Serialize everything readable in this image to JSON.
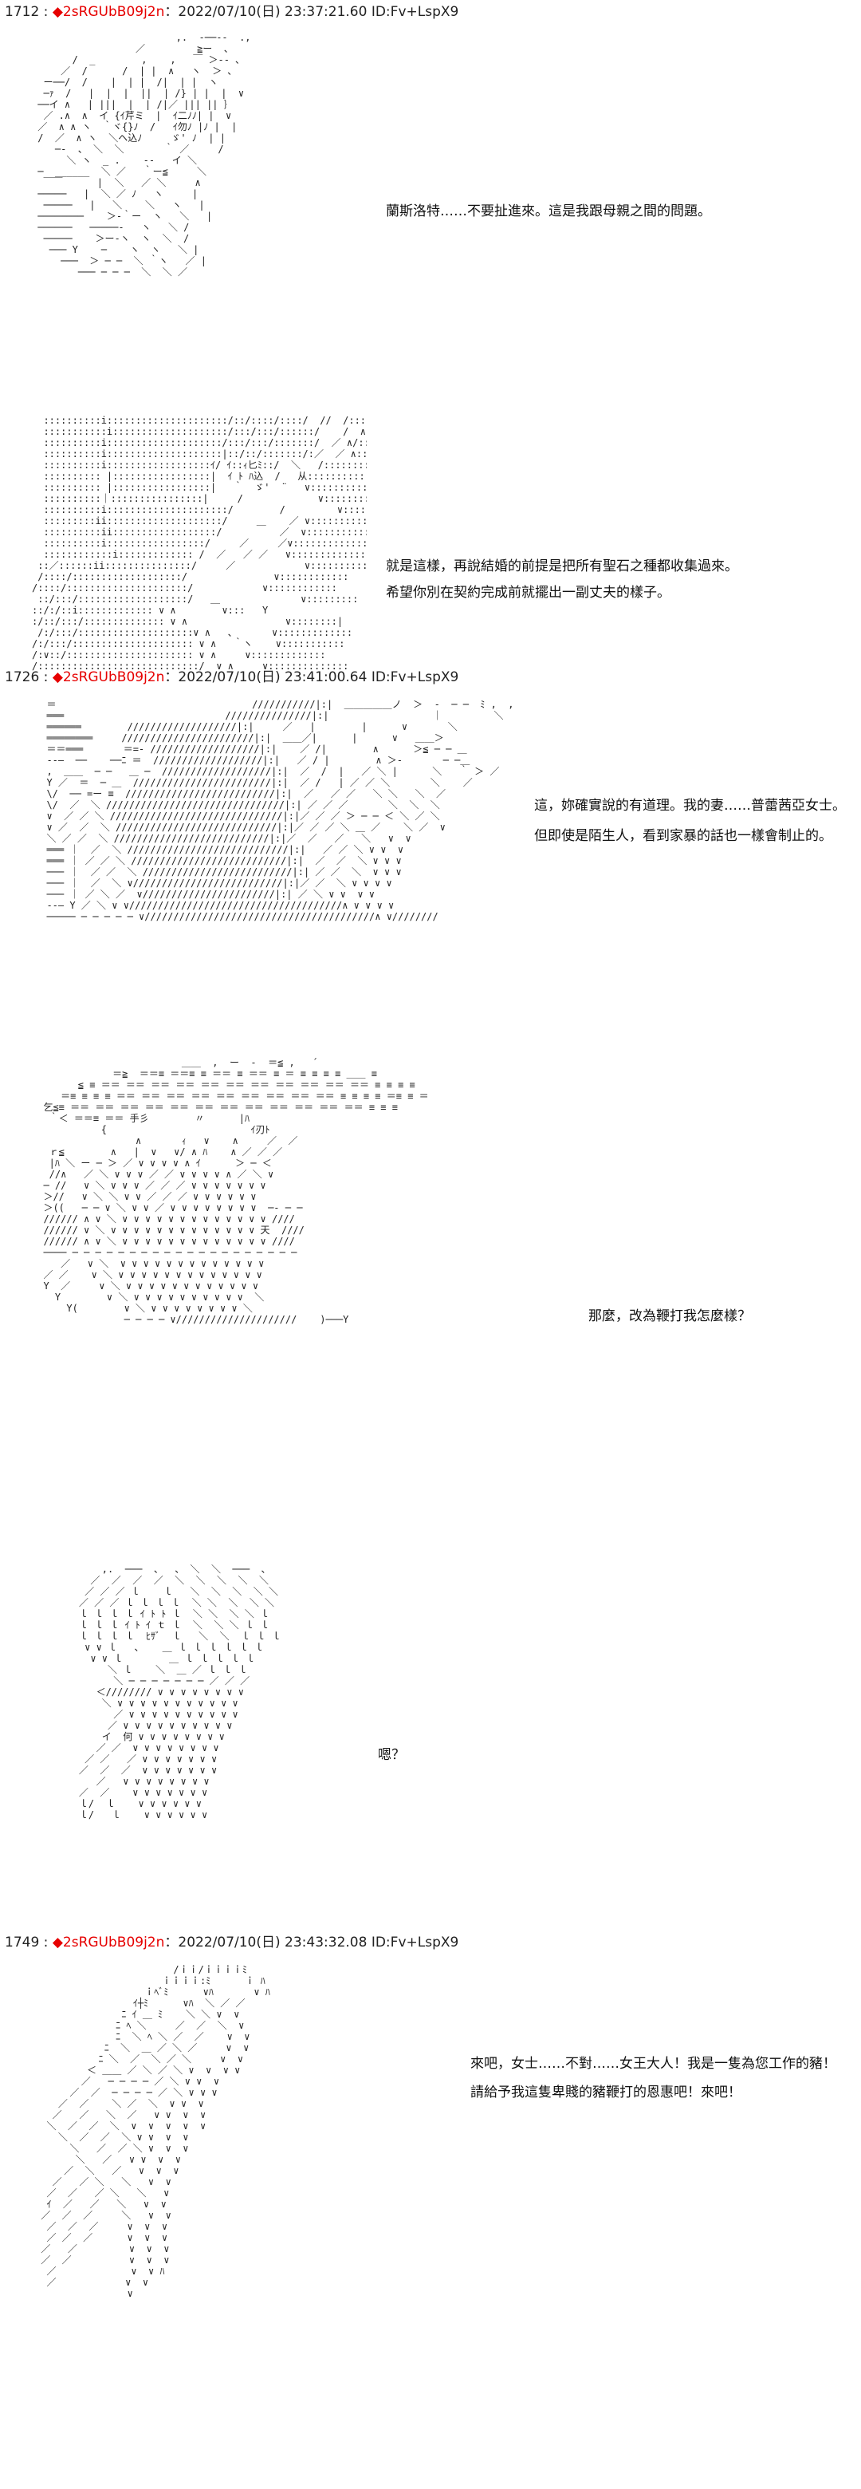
{
  "posts": [
    {
      "number": "1712 :",
      "diamond": "◆",
      "trip": "2sRGUbB09j2n",
      "meta": "：2022/07/10(日) 23:37:21.60 ID:Fv+LspX9"
    },
    {
      "number": "1726 :",
      "diamond": "◆",
      "trip": "2sRGUbB09j2n",
      "meta": "：2022/07/10(日) 23:41:00.64 ID:Fv+LspX9"
    },
    {
      "number": "1749 :",
      "diamond": "◆",
      "trip": "2sRGUbB09j2n",
      "meta": "：2022/07/10(日) 23:43:32.08 ID:Fv+LspX9"
    }
  ],
  "dialogs": {
    "d1": [
      "蘭斯洛特……不要扯進來。這是我跟母親之間的問題。"
    ],
    "d2": [
      "就是這樣，再說結婚的前提是把所有聖石之種都收集過來。",
      "希望你別在契約完成前就擺出一副丈夫的樣子。"
    ],
    "d3": [
      "這，妳確實說的有道理。我的妻……普蕾茜亞女士。",
      "但即使是陌生人，看到家暴的話也一樣會制止的。"
    ],
    "d4": [
      "那麼，改為鞭打我怎麼樣？"
    ],
    "d5": [
      "嗯？"
    ],
    "d6": [
      "來吧，女士……不對……女王大人！我是一隻為您工作的豬！",
      "請給予我這隻卑賤的豬鞭打的恩惠吧！來吧！"
    ]
  },
  "art": {
    "a1": "                         ,.  -──‐-  .,\n                  ／         ≧ー  、\n       /  _        ,    ,   ￣ ＞-- ､\n     ／  /      /  | |  ∧   ヽ  ＞ ､\n  ー──/  /    |  | |  /|  | |  ヽ\n  ─ｧ  /   |  |  |  ||  | /} | |  |  ∨\n ──イ ∧   | |||  |  | /|／ ||| || ｝\n  ／ .∧  ∧  イ {ｲ芹ミ  |  ｲ二ﾉﾉ| |  ∨\n ／  ∧ ∧ ヽ  ｀ヾ{}ﾉ  /   ｲ勿ﾉ |ﾉ |  |\n /  ／  ∧ ヽ  ＼ヘ込ﾉ     ゞ' ﾉ  | |\n    ─‐  、 ＼  ＼       ｀ ／     /\n      ＼ ヽ  _ .    ‐‐   イ ＼\n ─  ______  ＼ ／   ｀ー≦     ＼\n  ￣￣      |  ＼   ／ ＼     ∧\n ─────   |  ＼ ／ ﾉ   ヽ     |\n  ─────   |   ＼    ＼   ヽ   |\n ────────    ＞‐｀ー  ヽ   ＼   |\n ──────   ─────‐   ヽ   ＼ /\n  ─────    ＞ー‐ヽ  ヽ  ＼  /\n   ─── Y    ─    ヽ  ヽ   ＼ |\n     ───  ＞ ─ ─  ＼ ｀ヽ   ／ |\n        ─── ─ ─ ─  ＼  ＼ ／",
    "a2": "  ::::::::::i:::::::::::::::::::::/::/::::/::::/  //  /:::::::::i\n  :::::::::::i::::::::::::::::::::/:::/:::/::::::/    /  ∧:::::::::::\n  ::::::::::i::::::::::::::::::::/:::/:::/:::::::/  ／ ∧/:::::::::::\n  ::::::::::i::::::::::::::::::::|::/::/:::::::/:／  ／ ∧:::::::::::\n  ::::::::::i::::::::::::::::::ｲ/ ｲ::ｨ匕ﾐ::/  ＼   /::::::::::::::\n  :::::::::: |:::::::::::::::::|  ｲ ﾄ ﾊ込  /   从::::::::::::::::\n  :::::::::: |:::::::::::::::::|   ｀  ゞ'  ¨   ∨::::::::::::: :\n  ::::::::::｜::::::::::::::::|     /             ∨::::::::::::\n  ::::::::::i:::::::::::::::::::::/        /         ∨::::::::::\n  :::::::::ii::::::::::::::::::::/     ＿    ／ ∨::::::::::::\n  ::::::::::ii::::::::::::::::::/          ／  ∨::::::::::::::\n  ::::::::::i:::::::::::::::::/     ／     ／∨::::::::::::::::\n  ::::::::::::i::::::::::::: /  ／   ／ ／   ∨::::::::::::::\n ::／::::::ii:::::::::::::::/     ／            ∨:::::::::::\n /::::/:::::::::::::::::::/               ∨::::::::::::\n/::::/:::::::::::::::::::::/            ∨::::::::::::\n ::/:::/:::::::::::::::::::/   ＿              ∨:::::::::\n::/:/::i::::::::::::: ∨ ∧        ∨:::   Y\n:/::/:::/:::::::::::::: ∨ ∧                 ∨::::::::|\n /:/:::/::::::::::::::::::::∨ ∧   、      ∨:::::::::::::\n/:/:::/::::::::::::::::::::: ∨ ∧   ｀ヽ    ∨:::::::::::\n/:∨::/:::::::::::::::::::::: ∨ ∧     ∨:::::::::::::\n/::::::::::::::::::::::::::::/  ∨ ∧     ∨::::::::::::::",
    "a3": "  ＝                                  ///////////|:|  ＿＿＿＿＿ノ  ＞  -  ─ ─  ﾐ ,  ,\n  ═══                            ///////////////|:|                  ｜         ＼\n  ══════        ///////////////////|:|     ／   |        |      ∨       ＼\n  ════════     ///////////////////////|:|  ＿＿／|      |      ∨   ＿＿＞\n  ＝＝═══       ＝=‐ ///////////////////|:|    ／ /|        ∧      ＞≦ ─ ─ ＿\n  ‐‐―  ──    ──ﾆ ＝  ///////////////////|:|   ／ / |        ∧ ＞‐       ─ ─＿\n  ,  ＿＿  ─ ─   ＿ ─  ///////////////////|:|  ／  /  |   ／ ＼ |      ＼   ｀ ＞ ／\n  Y ／  ＝  ─ ＿  ////////////////////////|:|  ／ /   | ／ ／ ＼       ＼    ／\n  \\/  ── =ー ≡  //////////////////////////|:|  ／   ／ ／   ＼ ＼   ＼  ／\n  \\/  ／  ＼ ///////////////////////////////|:| ／ ／ ／       ＼  ＼  ＼\n  ∨  ／ ／ ＼ //////////////////////////////|:|／ ／ ／ ＞ ─ ─ ＜ ＼ ／ ＼\n  ∨ ／  ／  ＼ ////////////////////////////|:|／ ／ ／ ＼ ＿ ／    ＼ ／  ∨\n  ＼ ／ ／  ＼ ///////////////////////////|:|／  ／   ／   ＼   ∨  ∨\n  ═══ ｜  ／  ＼ ////////////////////////////|:|   ／ ／ ＼ ∨ ∨  ∨\n  ═══ ｜ ／ ／ ＼ ///////////////////////////|:|  ／  ／  ＼ ∨ ∨ ∨\n  ─── ｜  ／ ／  ＼ //////////////////////////|:| ／ ／  ＼  ∨ ∨ ∨\n  ─── ｜  ／  ＼ ∨//////////////////////////|:|／ ／  ＼ ∨ ∨ ∨ ∨\n  ─── ｜ ／ ＼ ／  ∨///////////////////////|:| ／ ＼ ∨ ∨  ∨ ∨\n  ‐‐― Y ／ ＼ ∨ ∨/////////////////////////////////////∧ ∨ ∨ ∨ ∨\n  ───── ─ ─ ─ ─ ─ ∨////////////////////////////////////////∧ ∨////////",
    "a4": "                          ＿＿  ,  ー  ‐  ＝≦ ,   ´\n              ＝≧  ＝＝≡ ＝＝≡ ≡ ＝＝ ≡ ＝＝ ≡ ＝ ≡ ≡ ≡ ≡ ＿＿ ≡\n        ≦ ≡ ＝＝ ＝＝ ＝＝ ＝＝ ＝＝ ＝＝ ＝＝ ＝＝ ＝＝ ＝＝ ＝＝ ≡ ≡ ≡ ≡\n     ＝≡ ≡ ≡ ≡ ＝＝ ＝＝ ＝＝ ＝＝ ＝＝ ＝＝ ＝＝ ＝＝ ＝＝ ≡ ≡ ≡ ≡ ＝≡ ≡ ＝\n  乞≦≡ ＝＝ ＝＝ ＝＝ ＝＝ ＝＝ ＝＝ ＝＝ ＝＝ ＝＝ ＝＝ ＝＝ ＝＝ ≡ ≡ ≡\n   ｀＜ ＝＝≡ ＝＝ 手彡        〃      |ﾊ\n            {                         ｲ刃ﾄ\n                  ∧       ｨ   ∨    ∧     ／  ／\n   ｒ≦        ∧   |  ∨   ∨/ ∧ ﾊ    ∧ ／ ／ ／\n   |ﾊ ＼ ー ─ ＞ ／ ∨ ∨ ∨ ∨ ∧ ｲ      ＞ ─ ＜\n   //∧   ／ ＼ ∨ ∨ ∨ ／ ／ ∨ ∨ ∨ ∨ ∧ ／ ＼ ∨\n  ─ //   ∨ ＼ ∨ ∨ ∨ ／ ／ ／ ∨ ∨ ∨ ∨ ∨ ∨ ∨\n  ＞//   ∨ ＼ ＼ ∨ ∨ ／ ／ ／ ∨ ∨ ∨ ∨ ∨ ∨\n  ＞((   ─ ─ ∨ ＼ ∨ ∨ ／ ∨ ∨ ∨ ∨ ∨ ∨ ∨ ∨  ─‐ ─ ─\n  ////// ∧ ∨ ＼ ∨ ∨ ∨ ∨ ∨ ∨ ∨ ∨ ∨ ∨ ∨ ∨ ∨ ////\n  ////// ∨ ＼ ∨ ∨ ∨ ∨ ∨ ∨ ∨ ∨ ∨ ∨ ∨ ∨ ∨ 天  ////\n  ////// ∧ ∨ ＼ ∨ ∨ ∨ ∨ ∨ ∨ ∨ ∨ ∨ ∨ ∨ ∨ ∨ ////\n  ──── ─ ─ ─ ─ ─ ─ ─ ─ ─ ─ ─ ─ ─ ─ ─ ─ ─ ─ ─ ─\n     ／   ∨ ＼  ∨ ∨ ∨ ∨ ∨ ∨ ∨ ∨ ∨ ∨ ∨ ∨ ∨\n  ／ ／    ∨ ＼ ∨ ∨ ∨ ∨ ∨ ∨ ∨ ∨ ∨ ∨ ∨ ∨ ∨\n  Y  ／     ∨ ＼ ∨ ∨ ∨ ∨ ∨ ∨ ∨ ∨ ∨ ∨ ∨ ∨\n    Y        ∨ ＼ ∨ ∨ ∨ ∨ ∨ ∨ ∨ ∨ ∨ ∨  ＼\n      Y(        ∨ ＼ ∨ ∨ ∨ ∨ ∨ ∨ ∨ ∨ ＼\n                ─ ─ ─ ─ ∨/////////////////////    )───Y",
    "a5": "        ,.  ───  、  、 ＼  ＼  ───  、\n      ／  ／  ／  ／  ＼  ＼  ＼  ＼  ＼\n     ／ ／ ／ ｌ    ｌ   ＼  ＼  ＼  ＼ ＼\n    ／ ／ ／ ｌ ｌ ｌ ｌ  ＼ ＼  ＼  ＼ ＼\n    ｌ ｌ ｌ ｌ ｲ ﾄ ﾄ ｌ  ＼ ＼  ＼ ＼ ｌ\n    ｌ ｌ ｌ ｲ ﾄ ｲ ｔ ｌ  ＼  ＼ ＼ ｌ ｌ\n    ｌ ｌ ｌ ｌ  ﾋｻﾞ  ｌ   ＼  ＼  ｌ ｌ ｌ\n     ∨ ∨ ｌ   ､    ＿ ｌ ｌ ｌ ｌ ｌ ｌ\n      ∨ ∨ ｌ        ＿ ｌ ｌ ｌ ｌ ｌ\n         ＼ ｌ    ＼  ＿ ／ ｌ ｌ ｌ\n          ＼ ─ ─ ─ ─ ─ ─ ─ ／ ／ ／\n       ＜//////// ∨ ∨ ∨ ∨ ∨ ∨ ∨ ∨\n        ＼ ∨ ∨ ∨ ∨ ∨ ∨ ∨ ∨ ∨ ∨ ∨\n          ／ ∨ ∨ ∨ ∨ ∨ ∨ ∨ ∨ ∨ ∨\n         ／ ∨ ∨ ∨ ∨ ∨ ∨ ∨ ∨ ∨ ∨\n        イ  何 ∨ ∨ ∨ ∨ ∨ ∨ ∨ ∨\n       ／ ／  ∨ ∨ ∨ ∨ ∨ ∨ ∨ ∨\n     ／ ／   ／ ∨ ∨ ∨ ∨ ∨ ∨ ∨\n    ／  ／  ／  ∨ ∨ ∨ ∨ ∨ ∨ ∨\n       ／   ∨ ∨ ∨ ∨ ∨ ∨ ∨ ∨\n    ／  ／    ∨ ∨ ∨ ∨ ∨ ∨ ∨\n    ｌ/  ｌ    ∨ ∨ ∨ ∨ ∨ ∨\n    ｌ/   ｌ    ∨ ∨ ∨ ∨ ∨ ∨",
    "a6": "                        /ｉｉ/ｉｉｉｉﾐ\n                      ｉｉｉｉ:ﾐ      ｉ ﾊ\n                   ｉﾍﾞﾐ      ∨ﾊ       ∨ ﾊ\n                 ｲ┼ﾐ      ∨ﾊ  ＼ ／ ／\n               ﾆ ｲ ＿ ﾐ    ＼ ＼ ∨  ∨\n              ﾆ ﾍ ＼     ／  ／  ＼  ∨\n              ﾆ  ＼ ﾍ ＼ ／  ／    ∨  ∨\n            ﾆ  ＼  ＿ ／ ＼ ／     ∨  ∨\n           ﾆ ＼  ／  ＼ ／ ＼     ∨  ∨\n         ＜ ＿＿ ／ ＼ ／ ＼ ∨  ∨  ∨ ∨\n        ／   ─ ─ ─ ─ ／ ＼ ∨ ∨  ∨\n      ／  ／  ─ ─ ─ ─ ／ ＼ ∨ ∨ ∨\n    ／  ／    ＼ ／  ＼  ∨ ∨  ∨\n   ／   ／   ＼  ／   ∨ ∨  ∨  ∨\n  ＼  ／  ／  ＼  ∨  ∨  ∨  ∨  ∨\n    ＼  ／  ／  ＼ ∨ ∨  ∨  ∨\n      ＼   ／  ／ ＼ ∨  ∨  ∨\n       ＼   ／   ∨ ∨  ∨  ∨\n     ／  ＼   ／   ∨  ∨  ∨\n   ／   ／ ＼   ＼   ∨  ∨\n  ／  ／   ／ ＼   ＼   ∨\n  ｲ  ／   ／   ＼   ∨  ∨\n ／  ／  ／     ＼   ∨  ∨\n  ／  ／  ／     ∨  ∨  ∨\n  ／ ／  ／      ∨  ∨  ∨\n ／   ／         ∨  ∨  ∨\n ／  ／          ∨  ∨  ∨\n  ／             ∨  ∨ ﾊ\n  ／            ∨  ∨\n                ∨"
  }
}
